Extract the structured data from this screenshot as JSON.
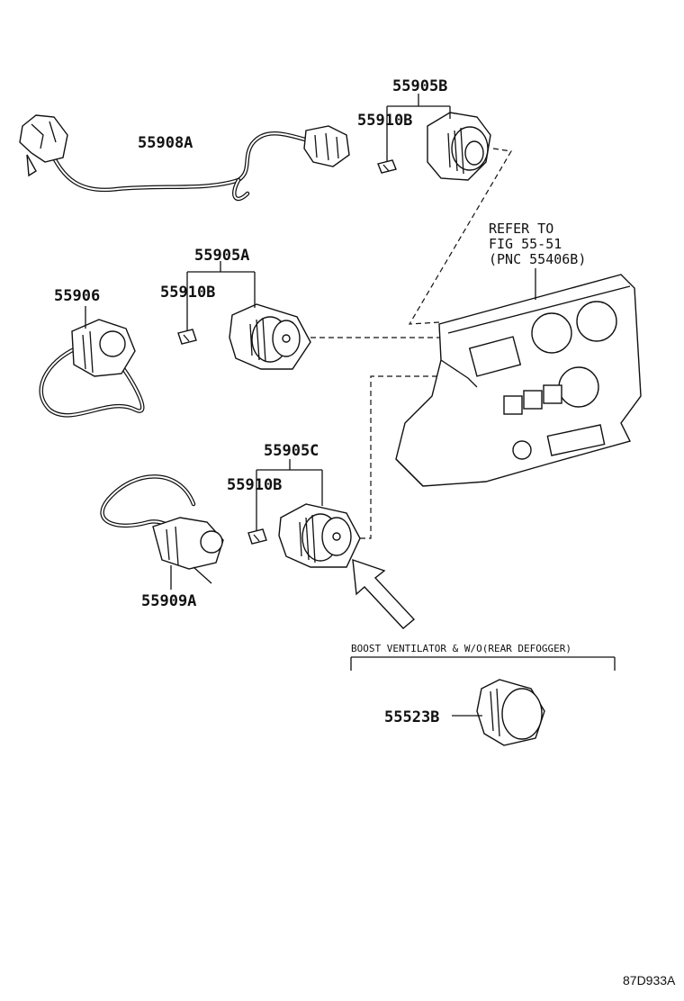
{
  "labels": {
    "p55905B": "55905B",
    "p55910B_top": "55910B",
    "p55908A": "55908A",
    "refer1": "REFER TO",
    "refer2": "FIG 55-51",
    "refer3": "(PNC 55406B)",
    "p55905A": "55905A",
    "p55906": "55906",
    "p55910B_mid": "55910B",
    "p55905C": "55905C",
    "p55910B_low": "55910B",
    "p55909A": "55909A",
    "boost": "BOOST VENTILATOR & W/O(REAR DEFOGGER)",
    "p55523B": "55523B",
    "figure_id": "87D933A"
  }
}
